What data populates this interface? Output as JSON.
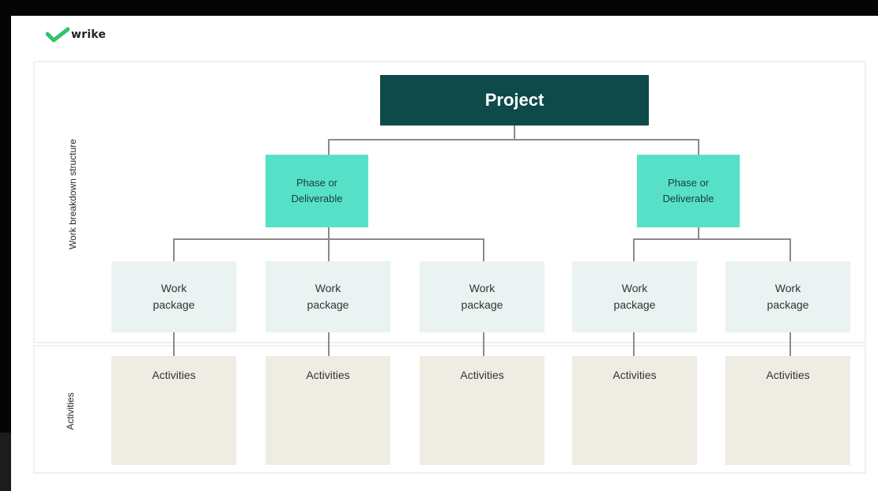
{
  "brand": {
    "logo_text": "wrike",
    "logo_color": "#35c26a"
  },
  "sections": {
    "wbs_label": "Work breakdown structure",
    "activities_label": "Activities"
  },
  "project": {
    "label": "Project",
    "color": "#0e4a4a"
  },
  "phases": [
    {
      "label": "Phase or\nDeliverable"
    },
    {
      "label": "Phase or\nDeliverable"
    }
  ],
  "work_packages": [
    {
      "label": "Work\npackage",
      "parent": 0
    },
    {
      "label": "Work\npackage",
      "parent": 0
    },
    {
      "label": "Work\npackage",
      "parent": 0
    },
    {
      "label": "Work\npackage",
      "parent": 1
    },
    {
      "label": "Work\npackage",
      "parent": 1
    }
  ],
  "activities": [
    {
      "label": "Activities"
    },
    {
      "label": "Activities"
    },
    {
      "label": "Activities"
    },
    {
      "label": "Activities"
    },
    {
      "label": "Activities"
    }
  ],
  "colors": {
    "phase": "#56e0c8",
    "work_package": "#eaf2f2",
    "activity": "#efece3"
  }
}
